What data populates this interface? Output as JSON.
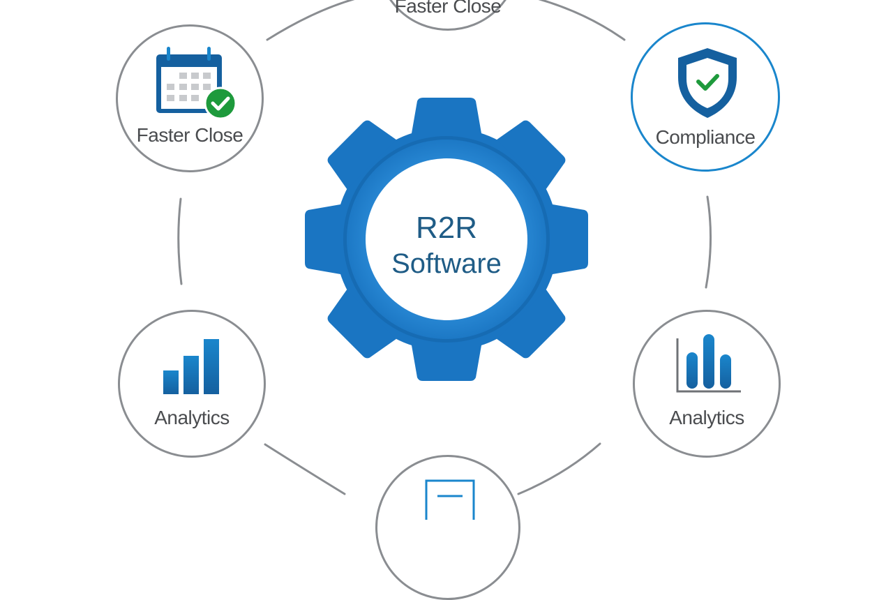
{
  "diagram": {
    "center": {
      "title": "R2R",
      "subtitle": "Software",
      "icon": "gear-icon",
      "color": "#1a75c2"
    },
    "nodes": [
      {
        "id": "top",
        "label": "Faster Close",
        "icon": "calendar-check-icon",
        "partial": true
      },
      {
        "id": "top-left",
        "label": "Faster Close",
        "icon": "calendar-check-icon"
      },
      {
        "id": "top-right",
        "label": "Compliance",
        "icon": "shield-check-icon",
        "highlighted": true
      },
      {
        "id": "bottom-left",
        "label": "Analytics",
        "icon": "bar-chart-icon"
      },
      {
        "id": "bottom-right",
        "label": "Analytics",
        "icon": "bar-chart-axis-icon"
      },
      {
        "id": "bottom",
        "label": "",
        "icon": "document-icon",
        "partial": true
      }
    ],
    "colors": {
      "primary_blue": "#1a75c2",
      "dark_blue": "#15609f",
      "ring_gray": "#8a8d91",
      "check_green": "#1e9a3c",
      "label_gray": "#4a4c4f",
      "highlight_border": "#1a86cc"
    }
  }
}
